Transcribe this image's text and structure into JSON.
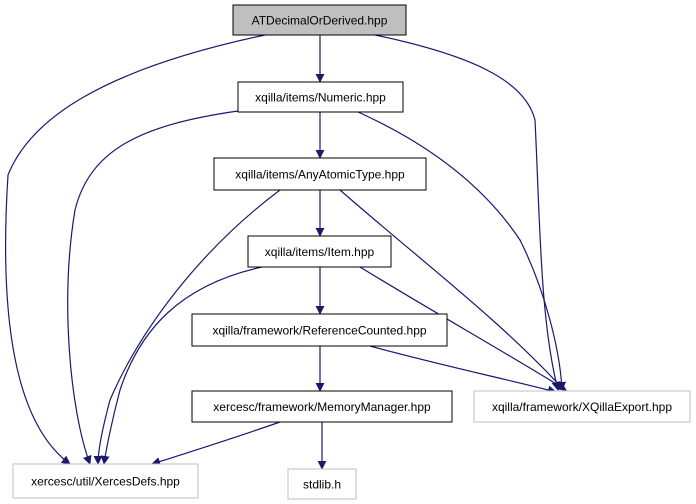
{
  "diagram": {
    "colors": {
      "edge": "#191970",
      "root_fill": "#bfbfbf",
      "node_border": "#000000",
      "external_border": "#bfbfbf",
      "node_fill": "#ffffff",
      "label": "#000000"
    },
    "nodes": [
      {
        "id": "atdecimal",
        "label": "ATDecimalOrDerived.hpp",
        "style": "root"
      },
      {
        "id": "numeric",
        "label": "xqilla/items/Numeric.hpp",
        "style": "normal"
      },
      {
        "id": "anyatomic",
        "label": "xqilla/items/AnyAtomicType.hpp",
        "style": "normal"
      },
      {
        "id": "item",
        "label": "xqilla/items/Item.hpp",
        "style": "normal"
      },
      {
        "id": "refcounted",
        "label": "xqilla/framework/ReferenceCounted.hpp",
        "style": "normal"
      },
      {
        "id": "memmgr",
        "label": "xercesc/framework/MemoryManager.hpp",
        "style": "normal"
      },
      {
        "id": "xqexport",
        "label": "xqilla/framework/XQillaExport.hpp",
        "style": "external"
      },
      {
        "id": "xercesdefs",
        "label": "xercesc/util/XercesDefs.hpp",
        "style": "external"
      },
      {
        "id": "stdlib",
        "label": "stdlib.h",
        "style": "external"
      }
    ],
    "edges": [
      {
        "from": "atdecimal",
        "to": "numeric"
      },
      {
        "from": "atdecimal",
        "to": "xercesdefs"
      },
      {
        "from": "atdecimal",
        "to": "xqexport"
      },
      {
        "from": "numeric",
        "to": "anyatomic"
      },
      {
        "from": "numeric",
        "to": "xercesdefs"
      },
      {
        "from": "numeric",
        "to": "xqexport"
      },
      {
        "from": "anyatomic",
        "to": "item"
      },
      {
        "from": "anyatomic",
        "to": "xercesdefs"
      },
      {
        "from": "anyatomic",
        "to": "xqexport"
      },
      {
        "from": "item",
        "to": "refcounted"
      },
      {
        "from": "item",
        "to": "xercesdefs"
      },
      {
        "from": "item",
        "to": "xqexport"
      },
      {
        "from": "refcounted",
        "to": "memmgr"
      },
      {
        "from": "refcounted",
        "to": "xqexport"
      },
      {
        "from": "memmgr",
        "to": "xercesdefs"
      },
      {
        "from": "memmgr",
        "to": "stdlib"
      }
    ]
  }
}
